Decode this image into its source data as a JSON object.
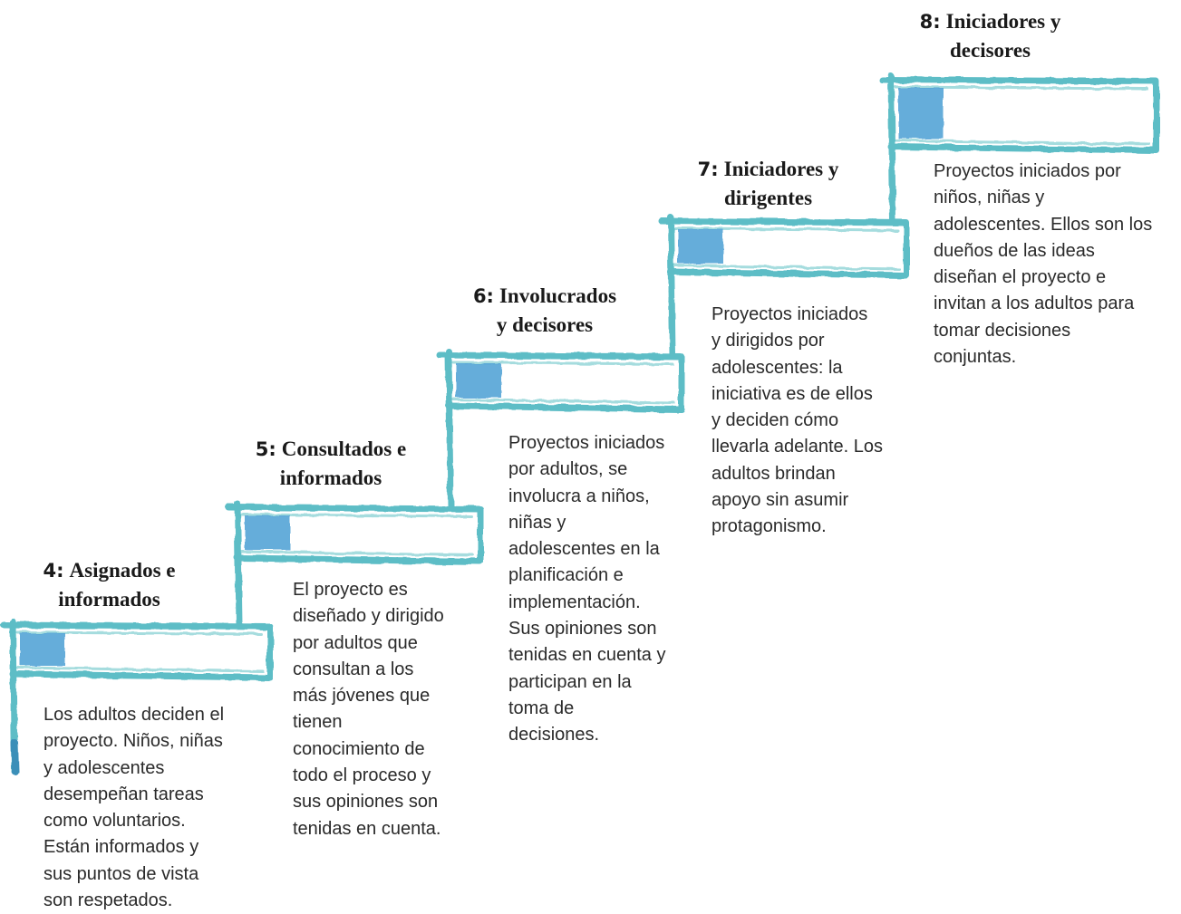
{
  "steps": [
    {
      "number": "4:",
      "title_line1": "Asignados e",
      "title_line2": "informados",
      "description": [
        "Los adultos deciden el",
        "proyecto. Niños, niñas",
        "y adolescentes",
        "desempeñan tareas",
        "como voluntarios.",
        "Están informados y",
        "sus puntos de vista",
        "son respetados."
      ]
    },
    {
      "number": "5:",
      "title_line1": "Consultados e",
      "title_line2": "informados",
      "description": [
        "El proyecto es",
        "diseñado y dirigido",
        "por adultos que",
        "consultan a los",
        "más jóvenes que",
        "tienen",
        "conocimiento de",
        "todo el proceso y",
        "sus opiniones son",
        "tenidas en cuenta."
      ]
    },
    {
      "number": "6:",
      "title_line1": "Involucrados",
      "title_line2": "y decisores",
      "description": [
        "Proyectos iniciados",
        "por adultos, se",
        "involucra a niños,",
        "niñas y",
        "adolescentes en la",
        "planificación e",
        "implementación.",
        "Sus opiniones son",
        "tenidas en cuenta y",
        "participan en la",
        "toma de",
        "decisiones."
      ]
    },
    {
      "number": "7:",
      "title_line1": "Iniciadores y",
      "title_line2": "dirigentes",
      "description": [
        "Proyectos iniciados",
        "y dirigidos por",
        "adolescentes: la",
        "iniciativa es de ellos",
        "y deciden cómo",
        "llevarla adelante. Los",
        "adultos brindan",
        "apoyo sin asumir",
        "protagonismo."
      ]
    },
    {
      "number": "8:",
      "title_line1": "Iniciadores y",
      "title_line2": "decisores",
      "description": [
        "Proyectos iniciados por",
        "niños, niñas y",
        "adolescentes. Ellos son los",
        "dueños de las ideas",
        "diseñan el proyecto e",
        "invitan a los adultos para",
        "tomar decisiones",
        "conjuntas."
      ]
    }
  ],
  "colors": {
    "stroke": "#5dbdc6",
    "stroke_light": "#8fd3d6",
    "square": "#4a9fd4",
    "text": "#2a2a2a"
  }
}
